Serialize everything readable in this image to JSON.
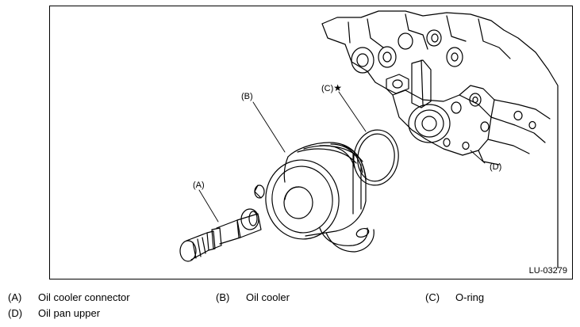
{
  "figure_id": "LU-03279",
  "callouts": {
    "a": "(A)",
    "b": "(B)",
    "c": "(C)",
    "c_mark": "★",
    "d": "(D)"
  },
  "legend": [
    {
      "key": "(A)",
      "text": "Oil cooler connector"
    },
    {
      "key": "(B)",
      "text": "Oil cooler"
    },
    {
      "key": "(C)",
      "text": "O-ring"
    },
    {
      "key": "(D)",
      "text": "Oil pan upper"
    }
  ]
}
